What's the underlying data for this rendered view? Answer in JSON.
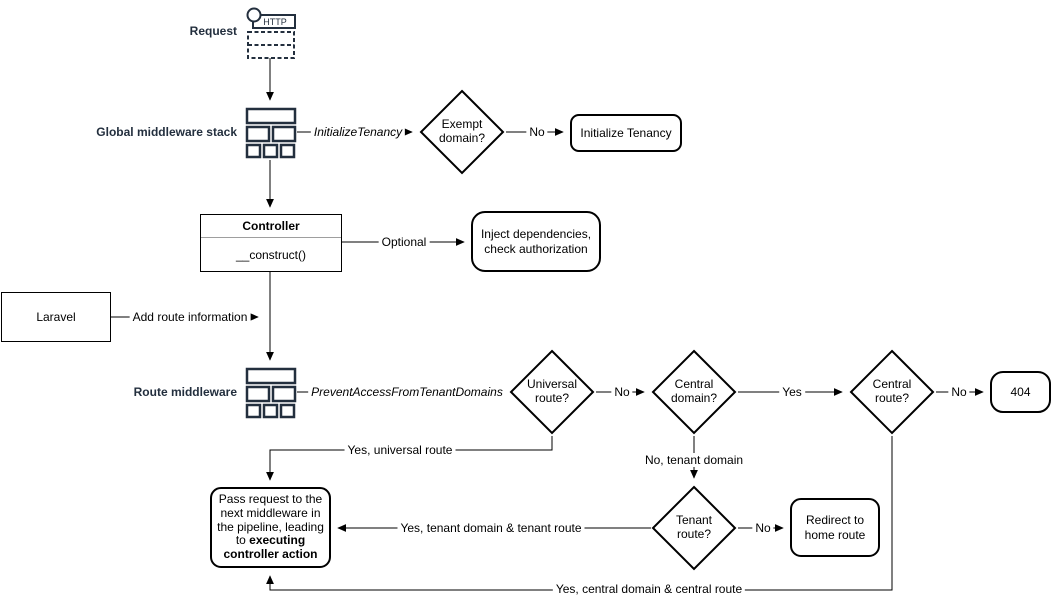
{
  "nodes": {
    "request": "Request",
    "global_middleware_stack": "Global middleware stack",
    "exempt_domain": "Exempt domain?",
    "initialize_tenancy": "Initialize Tenancy",
    "controller": "Controller",
    "construct": "__construct()",
    "inject_dependencies": "Inject dependencies, check authorization",
    "laravel": "Laravel",
    "route_middleware": "Route middleware",
    "universal_route": "Universal route?",
    "central_domain": "Central domain?",
    "central_route": "Central route?",
    "not_found": "404",
    "tenant_route": "Tenant route?",
    "redirect_home": "Redirect to home route",
    "pass_request_text": "Pass request to the next middleware in the pipeline, leading to ",
    "pass_request_bold": "executing controller action"
  },
  "edges": {
    "init_tenancy_middleware": "InitializeTenancy",
    "exempt_no": "No",
    "controller_optional": "Optional",
    "laravel_add_route": "Add route information",
    "prevent_access_middleware": "PreventAccessFromTenantDomains",
    "universal_no": "No",
    "central_domain_yes": "Yes",
    "central_route_no": "No",
    "universal_yes": "Yes, universal route",
    "central_domain_no": "No, tenant domain",
    "tenant_no": "No",
    "tenant_yes": "Yes, tenant domain & tenant route",
    "central_route_yes": "Yes, central domain & central route"
  },
  "icons": {
    "http_label": "HTTP",
    "http_request_icon": "http-request-icon",
    "middleware_stack_icon": "middleware-stack-icon"
  },
  "colors": {
    "accent_dark": "#232F3E",
    "line": "#000000",
    "background": "#FFFFFF"
  }
}
